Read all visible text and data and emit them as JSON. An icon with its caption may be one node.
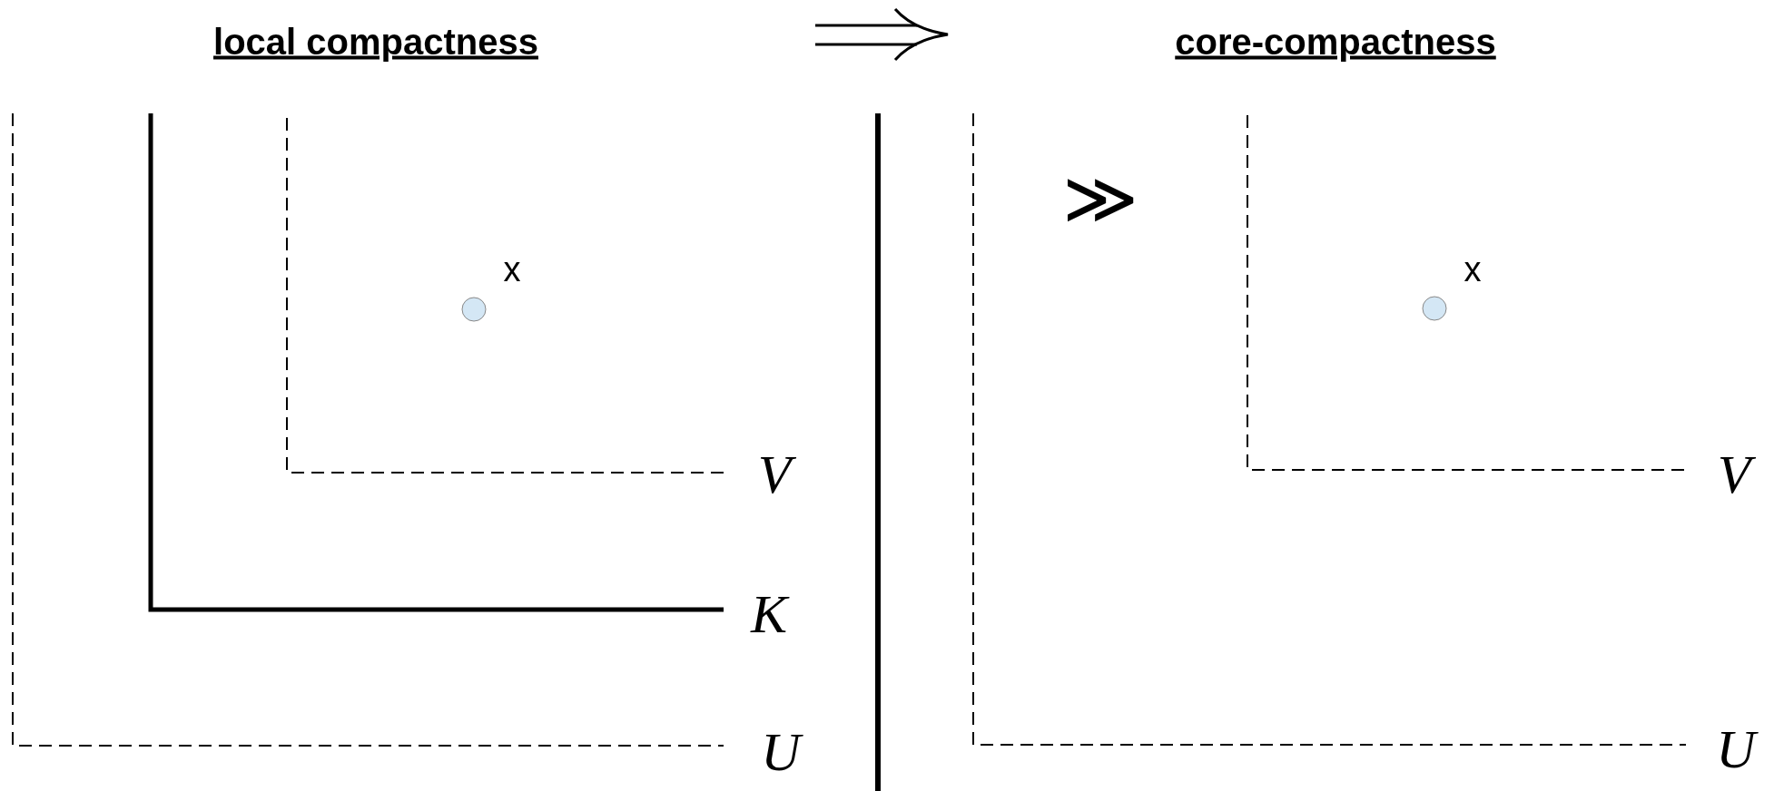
{
  "diagram": {
    "labels": [
      "local compactness",
      "core-compactness",
      "x",
      "V",
      "K",
      "U",
      "≫",
      "x",
      "V",
      "U"
    ]
  }
}
